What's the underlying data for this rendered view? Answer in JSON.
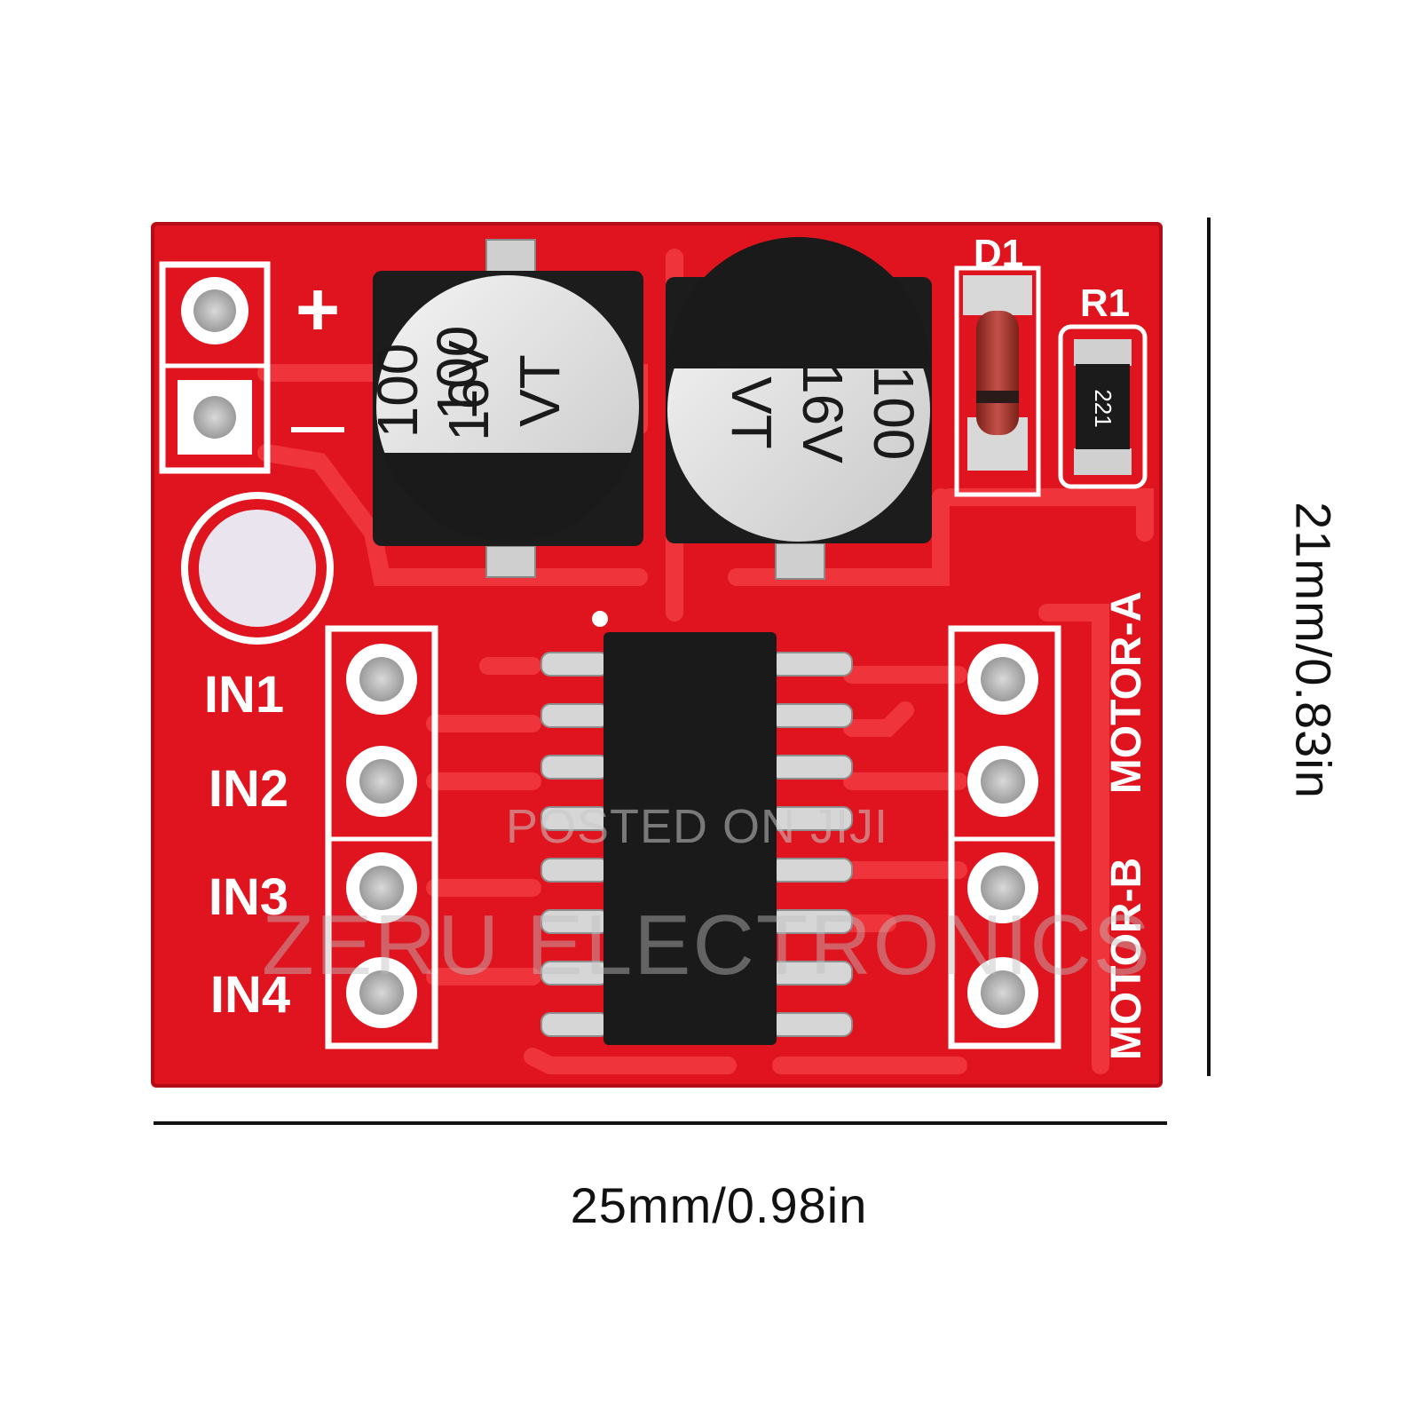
{
  "board": {
    "labels": {
      "plus": "+",
      "minus": "—",
      "in1": "IN1",
      "in2": "IN2",
      "in3": "IN3",
      "in4": "IN4",
      "motor_b": "MOTOR-B",
      "motor_a": "MOTOR-A",
      "d1": "D1",
      "r1": "R1",
      "resistor_code": "221"
    },
    "capacitors": [
      {
        "value": "100",
        "voltage": "16V",
        "series": "VT"
      },
      {
        "value": "100",
        "voltage": "16V",
        "series": "VT"
      }
    ]
  },
  "dimensions": {
    "width": "25mm/0.98in",
    "height": "21mm/0.83in"
  },
  "watermarks": {
    "posted": "POSTED ON JIJI",
    "store": "ZERU ELECTRONICS"
  },
  "colors": {
    "pcb": "#e0141e",
    "silkscreen": "#ffffff",
    "pad": "#c9c9c9",
    "chip": "#1a1a1a"
  }
}
